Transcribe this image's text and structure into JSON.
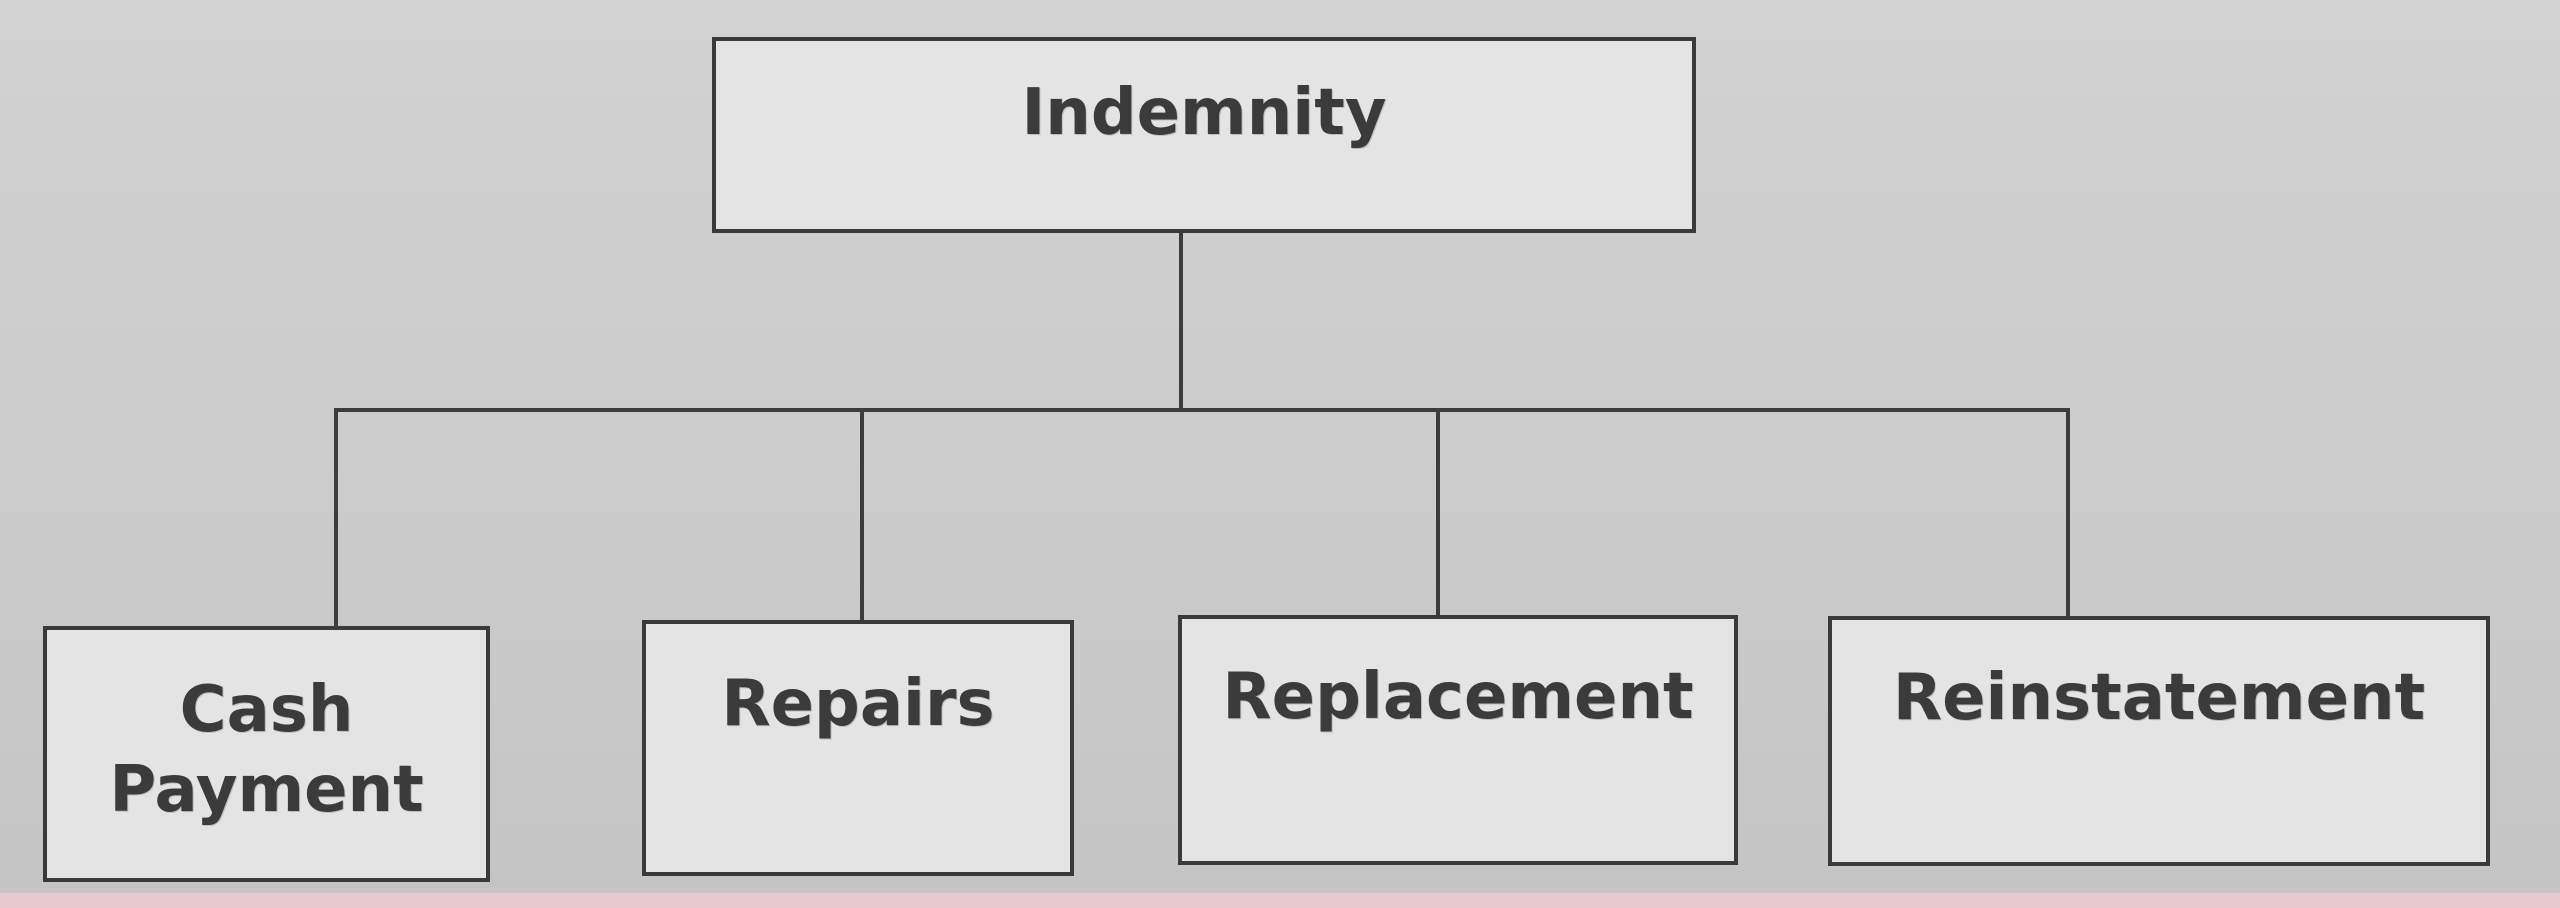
{
  "diagram": {
    "root": {
      "label": "Indemnity"
    },
    "children": [
      {
        "id": "cash",
        "lines": [
          "Cash",
          "Payment"
        ]
      },
      {
        "id": "repairs",
        "lines": [
          "Repairs"
        ]
      },
      {
        "id": "replacement",
        "lines": [
          "Replacement"
        ]
      },
      {
        "id": "reinstatement",
        "lines": [
          "Reinstatement"
        ]
      }
    ]
  }
}
